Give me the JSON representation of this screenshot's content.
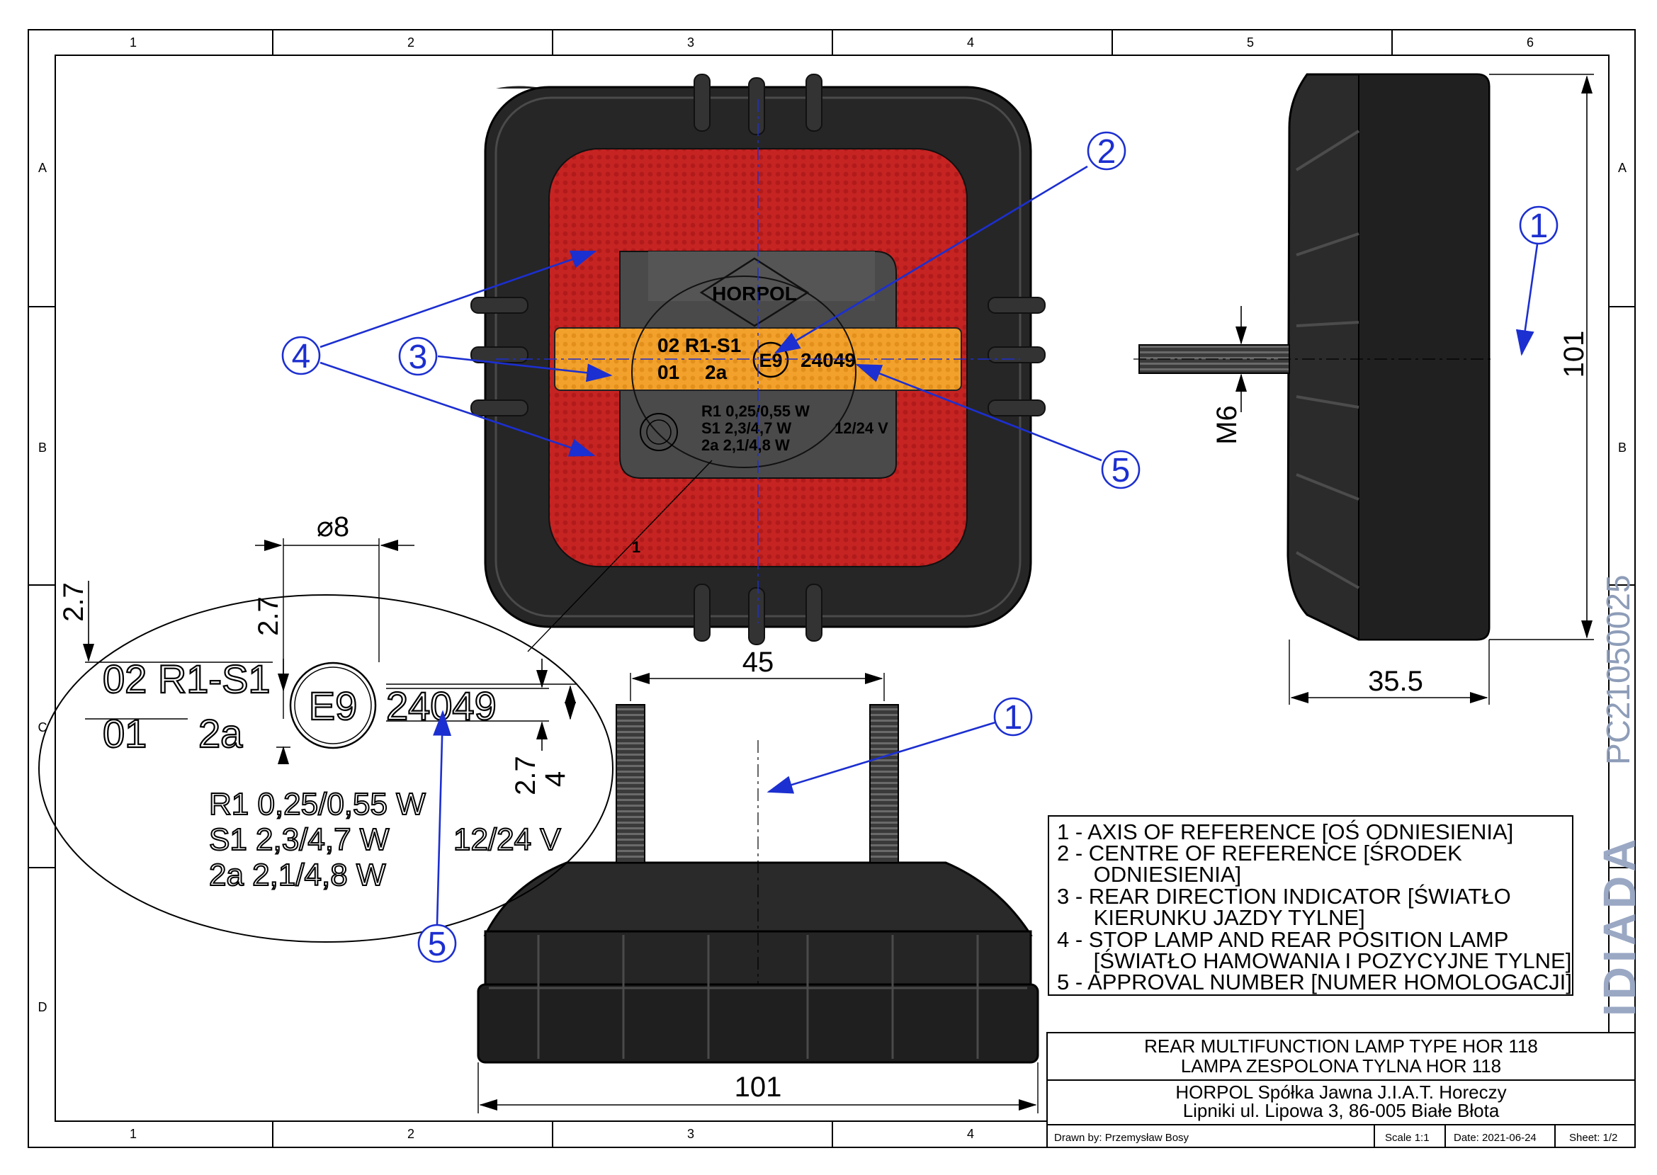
{
  "frame": {
    "columns": [
      "1",
      "2",
      "3",
      "4",
      "5",
      "6"
    ],
    "rows": [
      "A",
      "B",
      "C",
      "D"
    ]
  },
  "callouts": {
    "c1_side": "1",
    "c2": "2",
    "c3": "3",
    "c4": "4",
    "c5_front": "5",
    "c1_bottom": "1",
    "c5_detail": "5"
  },
  "dimensions": {
    "side_height": "101",
    "side_depth": "35.5",
    "stud_thread": "M6",
    "stud_spacing": "45",
    "bottom_width": "101",
    "detail_dia": "⌀8",
    "detail_h1": "2.7",
    "detail_h2": "2.7",
    "detail_h3": "2.7",
    "detail_h4": "4"
  },
  "lamp_marking": {
    "brand": "HORPOL",
    "line1_left": "02 R1-S1",
    "line2_left_a": "01",
    "line2_left_b": "2a",
    "e_mark": "E9",
    "approval": "24049",
    "power_r1": "R1  0,25/0,55 W",
    "power_s1": "S1  2,3/4,7 W",
    "power_2a": "2a  2,1/4,8 W",
    "voltage": "12/24 V",
    "small_mark": "1"
  },
  "detail": {
    "line1": "02 R1-S1",
    "line2_a": "01",
    "line2_b": "2a",
    "e_mark": "E9",
    "approval": "24049",
    "power_r1": "R1  0,25/0,55 W",
    "power_s1": "S1  2,3/4,7 W",
    "power_2a": "2a  2,1/4,8 W",
    "voltage": "12/24 V"
  },
  "legend": [
    "1 - AXIS OF REFERENCE [OŚ ODNIESIENIA]",
    "2 - CENTRE OF REFERENCE [ŚRODEK",
    "      ODNIESIENIA]",
    "3 - REAR DIRECTION INDICATOR [ŚWIATŁO",
    "      KIERUNKU JAZDY TYLNE]",
    "4 - STOP LAMP AND REAR POSITION LAMP",
    "      [ŚWIATŁO HAMOWANIA I POZYCYJNE TYLNE]",
    "5 - APPROVAL NUMBER [NUMER HOMOLOGACJI]"
  ],
  "title_block": {
    "title_en": "REAR MULTIFUNCTION LAMP TYPE HOR 118",
    "title_pl": "LAMPA ZESPOLONA TYLNA HOR 118",
    "company": "HORPOL Spółka Jawna   J.I.A.T. Horeczy",
    "address": "Lipniki ul. Lipowa 3, 86-005 Białe Błota",
    "drawn_by": "Drawn by:  Przemysław Bosy",
    "scale": "Scale  1:1",
    "date": "Date: 2021-06-24",
    "sheet": "Sheet: 1/2"
  },
  "side_label": {
    "code": "PC21050025",
    "logo": "IDIADA"
  },
  "colors": {
    "callout_blue": "#1c2fd0",
    "lamp_red": "#c8201f",
    "lamp_amber": "#f0a12a",
    "housing": "#2a2a2a",
    "logo_blue": "#9aa8c4"
  }
}
